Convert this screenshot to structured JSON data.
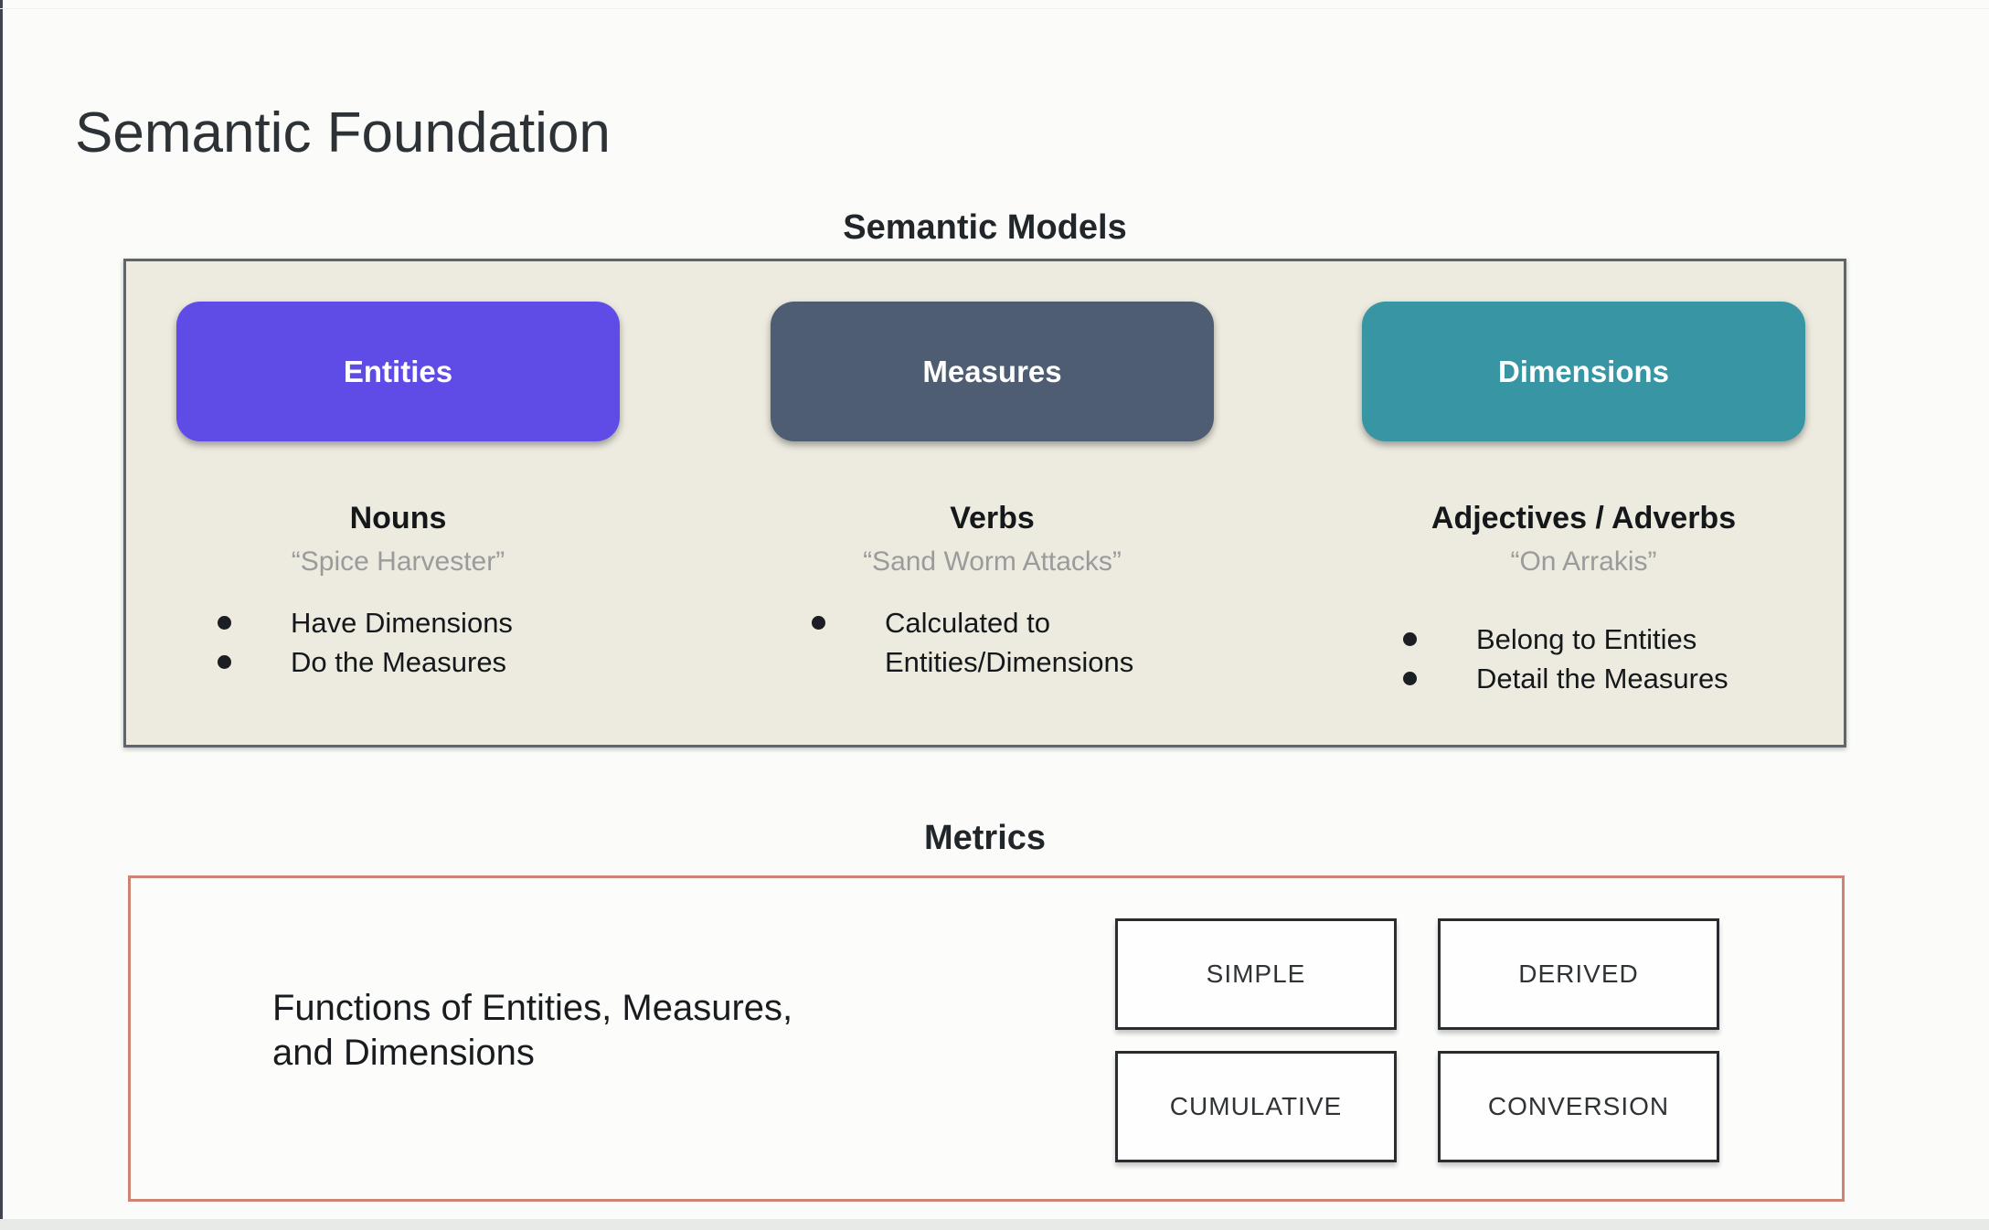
{
  "page": {
    "title": "Semantic Foundation"
  },
  "semantic_models": {
    "heading": "Semantic Models",
    "panel_background": "#edebdf",
    "panel_border": "#5d6572",
    "columns": [
      {
        "button": "Entities",
        "button_color": "#5f4ce6",
        "subtitle": "Nouns",
        "quote": "“Spice Harvester”",
        "bullets": [
          "Have Dimensions",
          "Do the Measures"
        ]
      },
      {
        "button": "Measures",
        "button_color": "#4e5d72",
        "subtitle": "Verbs",
        "quote": "“Sand Worm Attacks”",
        "bullets": [
          "Calculated to Entities/Dimensions"
        ]
      },
      {
        "button": "Dimensions",
        "button_color": "#3896a4",
        "subtitle": "Adjectives / Adverbs",
        "quote": "“On Arrakis”",
        "bullets": [
          "Belong to Entities",
          "Detail the Measures"
        ]
      }
    ]
  },
  "metrics": {
    "heading": "Metrics",
    "panel_border": "#cd8473",
    "description_line1": "Functions of Entities, Measures,",
    "description_line2": "and Dimensions",
    "types": [
      "SIMPLE",
      "DERIVED",
      "CUMULATIVE",
      "CONVERSION"
    ]
  }
}
